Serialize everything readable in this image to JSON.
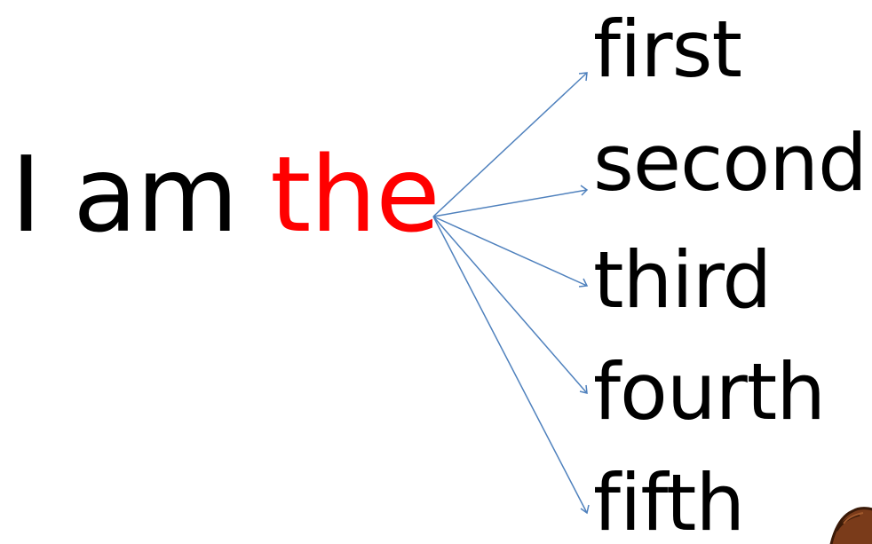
{
  "sentence": {
    "prefix": "I am ",
    "highlight": "the"
  },
  "ordinals": [
    "first",
    "second",
    "third",
    "fourth",
    "fifth"
  ],
  "colors": {
    "text": "#000000",
    "highlight": "#ff0000",
    "arrow": "#4f81bd",
    "character_fill": "#7a3b1a"
  },
  "decoration": {
    "icon": "cartoon-character-head-icon"
  }
}
